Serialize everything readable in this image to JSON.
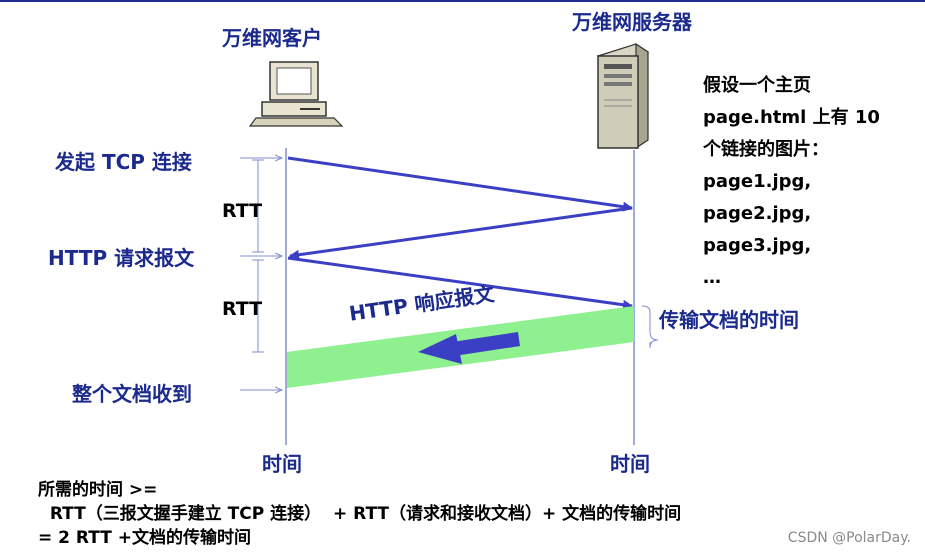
{
  "client_title": "万维网客户",
  "server_title": "万维网服务器",
  "labels": {
    "tcp_connect": "发起 TCP 连接",
    "http_request": "HTTP 请求报文",
    "rtt_1": "RTT",
    "rtt_2": "RTT",
    "http_response": "HTTP 响应报文",
    "transfer_time": "传输文档的时间",
    "doc_received": "整个文档收到",
    "time_client": "时间",
    "time_server": "时间"
  },
  "server_note": [
    "假设一个主页",
    "page.html 上有 10",
    "个链接的图片：",
    "page1.jpg,",
    "page2.jpg,",
    "page3.jpg,",
    "…"
  ],
  "summary": [
    "所需的时间 >=",
    "  RTT（三报文握手建立 TCP 连接）  + RTT（请求和接收文档）+ 文档的传输时间",
    "= 2 RTT +文档的传输时间"
  ],
  "watermark": "CSDN @PolarDay.",
  "colors": {
    "arrow": "#3b3fc4",
    "response_band": "#8ff08f",
    "text_blue": "#1b2a8c",
    "timeline": "#7f8fcf"
  }
}
